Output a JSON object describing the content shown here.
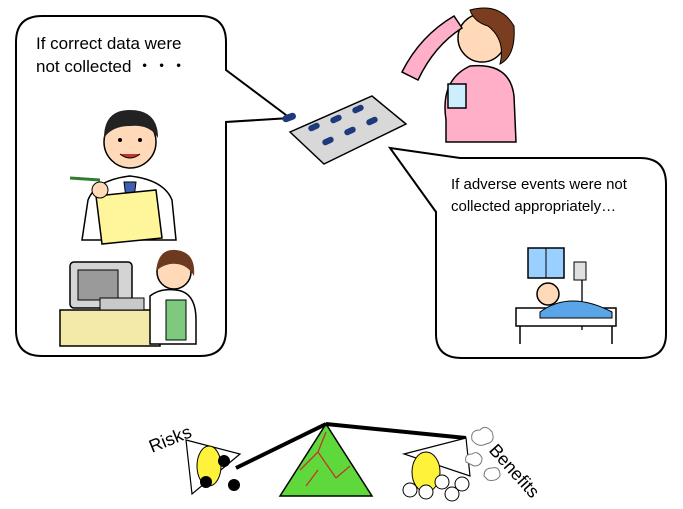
{
  "bubbles": {
    "left_line1": "If correct data were",
    "left_line2": "not collected ・・・",
    "right_line1": "If adverse events were not",
    "right_line2": "collected appropriately…"
  },
  "scale": {
    "risks_label": "Risks",
    "benefits_label": "Benefits"
  },
  "illustrations": {
    "doctor_icon": "doctor-with-chart-icon",
    "clerk_icon": "data-entry-clerk-icon",
    "pills_icon": "pill-blister-pack-icon",
    "patient_icon": "woman-taking-medicine-icon",
    "hospital_icon": "patient-in-hospital-bed-icon",
    "balance_icon": "risk-benefit-balance-icon"
  },
  "colors": {
    "triangle_fill": "#5fd83c",
    "triangle_cracks": "#c4352b",
    "yellow_weight": "#fff23a",
    "shirt_pink": "#ffb0c8"
  }
}
